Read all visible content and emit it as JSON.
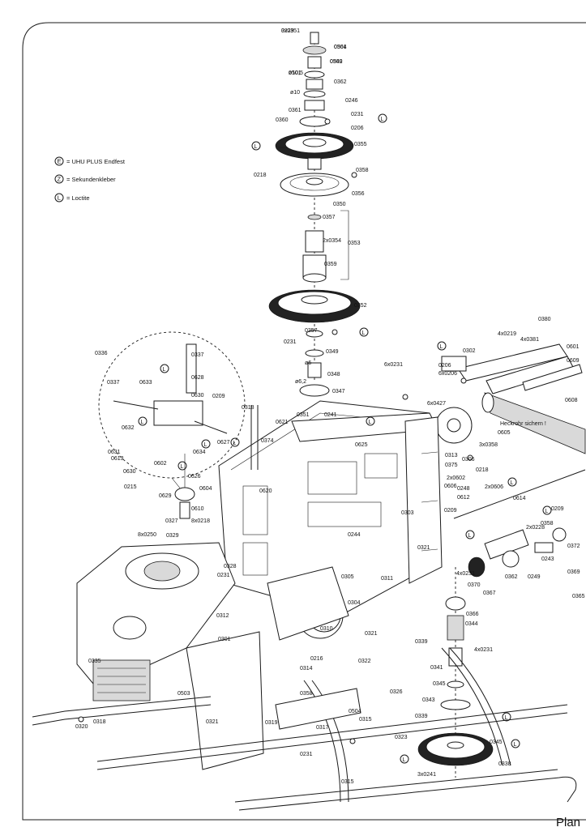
{
  "legend": [
    {
      "symbol": "E",
      "text": "= UHU PLUS Endfest"
    },
    {
      "symbol": "Z",
      "text": "= Sekundenkleber"
    },
    {
      "symbol": "L",
      "text": "= Loctite"
    }
  ],
  "footer_title": "Plan",
  "annotations": {
    "heckrohr": "Heckrohr sichern !"
  },
  "part_labels": [
    "3x0351",
    "0364",
    "0349",
    "ø10,5",
    "0362",
    "ø10",
    "0246",
    "0361",
    "0231",
    "0360",
    "0206",
    "0355",
    "0218",
    "0358",
    "0356",
    "0350",
    "0357",
    "2x0354",
    "0353",
    "0359",
    "0352",
    "0357",
    "0349",
    "0231",
    "0348",
    "ø6",
    "ø6,2",
    "0347",
    "0351",
    "0241",
    "0621",
    "0206",
    "6x0231",
    "6x0206",
    "6x0427",
    "0318",
    "0374",
    "0625",
    "0302",
    "0380",
    "4x0219",
    "4x0381",
    "0601",
    "0609",
    "0608",
    "0605",
    "3x0358",
    "0313",
    "0375",
    "0306",
    "0218",
    "2x0602",
    "0606",
    "2x0606",
    "0248",
    "0209",
    "0612",
    "0614",
    "0209",
    "0358",
    "2x0228",
    "0372",
    "0369",
    "0365",
    "0243",
    "0249",
    "0362",
    "4x0231",
    "0370",
    "0367",
    "0366",
    "0344",
    "4x0231",
    "0339",
    "0341",
    "0345",
    "0343",
    "0339",
    "0345",
    "0338",
    "3x0241",
    "0336",
    "0337",
    "0337",
    "0627",
    "0633",
    "0628",
    "0630",
    "0209",
    "0632",
    "0631",
    "0613",
    "0630",
    "0215",
    "0602",
    "0634",
    "0626",
    "0629",
    "0604",
    "0610",
    "0620",
    "0327",
    "8x0218",
    "0329",
    "8x0250",
    "0328",
    "0231",
    "0321",
    "0244",
    "0305",
    "0303",
    "0304",
    "0311",
    "0310",
    "0312",
    "0301",
    "0216",
    "0314",
    "0321",
    "0322",
    "0326",
    "0335",
    "0503",
    "0358",
    "0504",
    "0315",
    "0317",
    "0319",
    "0321",
    "0320",
    "0318",
    "0231",
    "0315",
    "0323",
    "0229",
    "0501",
    "0502",
    "0501"
  ]
}
